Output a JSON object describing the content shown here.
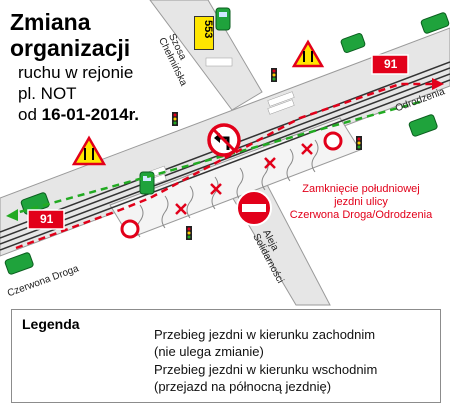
{
  "title": {
    "line1": "Zmiana",
    "line2": "organizacji",
    "line3": "ruchu w rejonie",
    "line4": "pl. NOT",
    "line5_prefix": "od",
    "line5_date": "16-01-2014r."
  },
  "closure_note": {
    "line1": "Zamknięcie południowej",
    "line2": "jezdni ulicy",
    "line3": "Czerwona Droga/Odrodzenia"
  },
  "streets": {
    "north_line1": "Szosa",
    "north_line2": "Chełmińska",
    "south_line1": "Aleja",
    "south_line2": "Solidarności",
    "east": "Odrodzenia",
    "west": "Czerwona Droga"
  },
  "signs": {
    "road_number": "553",
    "route_west": "91",
    "route_east": "91"
  },
  "legend": {
    "title": "Legenda",
    "west_line1": "Przebieg jezdni w kierunku zachodnim",
    "west_line2": "(nie ulega zmianie)",
    "east_line1": "Przebieg jezdni w kierunku wschodnim",
    "east_line2": "(przejazd na północną jezdnię)"
  },
  "colors": {
    "westbound": "#22aa22",
    "eastbound": "#e2001a",
    "road": "#e6e6e6",
    "route_sign": "#e2001a",
    "car": "#1fa33c"
  },
  "icons": [
    "traffic-light-icon",
    "no-entry-sign-icon",
    "no-left-turn-sign-icon",
    "lane-merge-warning-icon",
    "closed-road-sign-icon",
    "car-icon",
    "x-mark-icon"
  ]
}
